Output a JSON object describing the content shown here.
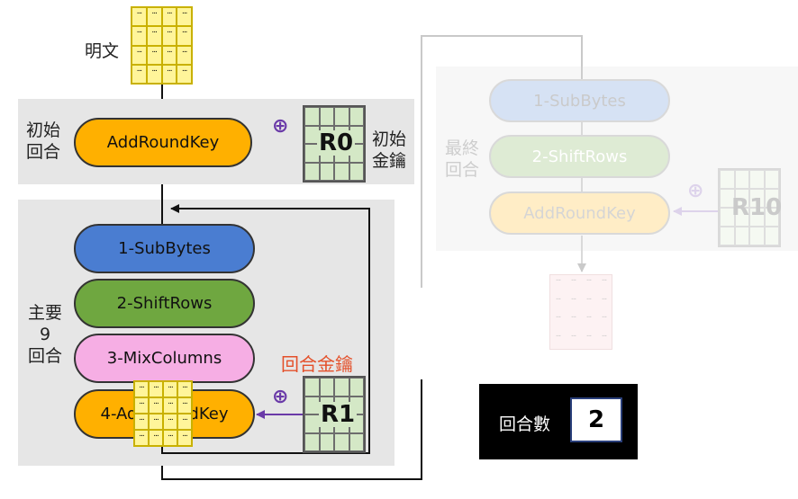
{
  "plaintext_label": "明文",
  "initial_round": {
    "label_line1": "初始",
    "label_line2": "回合",
    "step": "AddRoundKey",
    "key_label": "R0",
    "key_caption_line1": "初始",
    "key_caption_line2": "金鑰"
  },
  "main_round": {
    "label_line1": "主要",
    "label_line2": "9",
    "label_line3": "回合",
    "steps": [
      "1-SubBytes",
      "2-ShiftRows",
      "3-MixColumns",
      "4-AddRoundKey"
    ],
    "key_label": "R1",
    "key_caption": "回合金鑰"
  },
  "final_round": {
    "label_line1": "最終",
    "label_line2": "回合",
    "steps": [
      "1-SubBytes",
      "2-ShiftRows",
      "AddRoundKey"
    ],
    "key_label": "R10"
  },
  "round_counter": {
    "label": "回合數",
    "value": "2"
  },
  "xor_symbol": "⊕",
  "cell_text": "...",
  "colors": {
    "subbytes": "#4a7dd1",
    "shiftrows": "#6fa740",
    "mixcolumns": "#f6aee4",
    "addroundkey": "#ffb000",
    "keygrid": "#d4e8c6",
    "state": "#fff59a",
    "cipher": "#f8c8cc",
    "xor": "#6a3aa8",
    "round_key_caption": "#e4502a"
  }
}
